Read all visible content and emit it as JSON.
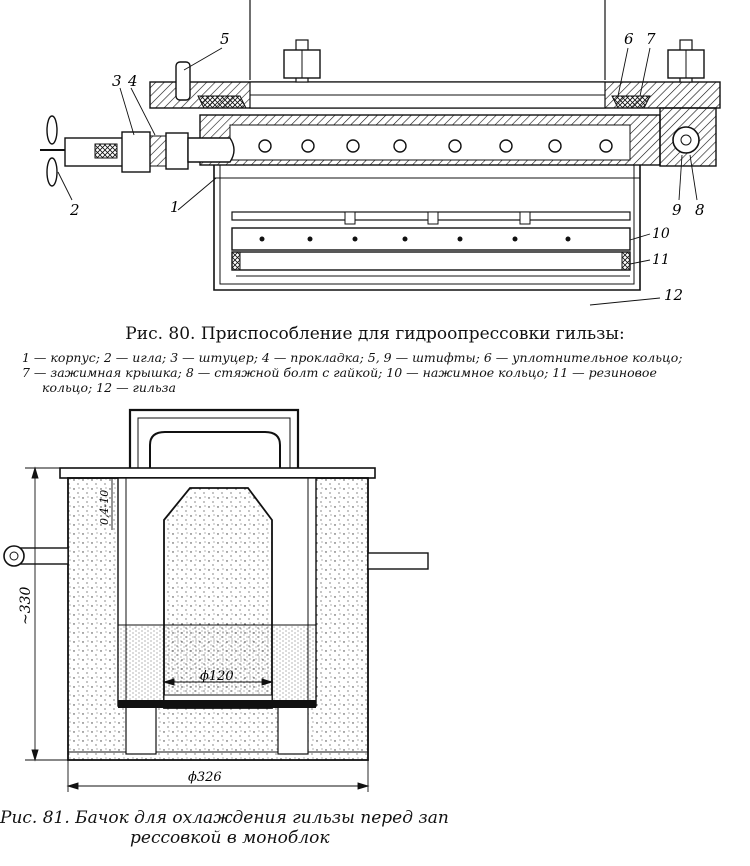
{
  "figure80": {
    "callouts": [
      "1",
      "2",
      "3",
      "4",
      "5",
      "6",
      "7",
      "8",
      "9",
      "10",
      "11",
      "12"
    ],
    "caption": "Рис. 80. Приспособление для гидроопрессовки гильзы:",
    "legend_line1": "1 — корпус; 2 — игла; 3 — штуцер; 4 — прокладка; 5, 9 — штифты; 6 — уплотнительное кольцо;",
    "legend_line2": "7 — зажимная крышка; 8 — стяжной болт с гайкой; 10 — нажимное кольцо; 11 — резиновое",
    "legend_line3": "кольцо; 12 — гильза"
  },
  "figure81": {
    "dim_height": "~330",
    "dim_gap": "0,4-10",
    "dim_inner": "ϕ120",
    "dim_outer": "ϕ326",
    "caption_line1": "Рис. 81. Бачок для охлаждения гильзы перед зап",
    "caption_line2": "рессовкой в моноблок"
  }
}
